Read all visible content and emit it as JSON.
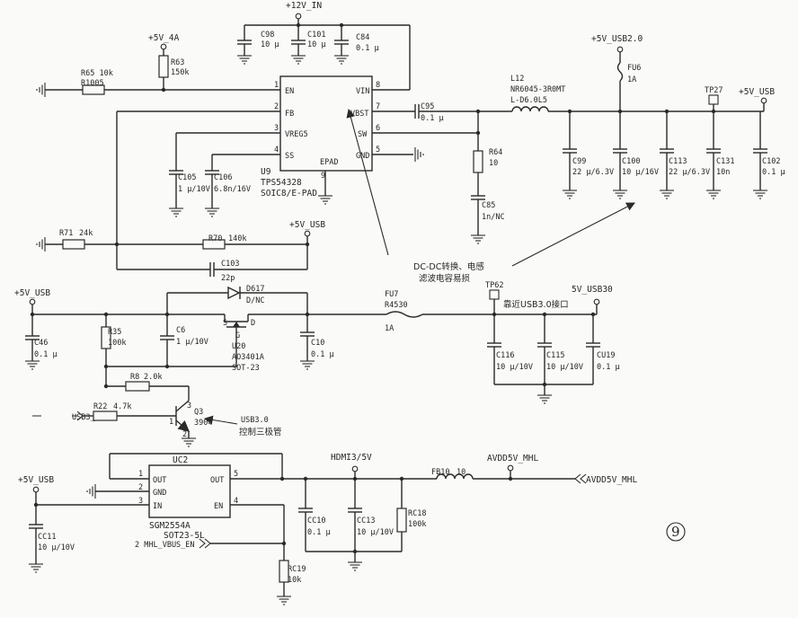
{
  "rails": {
    "vin12": "+12V_IN",
    "v5_4a": "+5V_4A",
    "v5_usb2": "+5V_USB2.0",
    "v5_usb_top": "+5V_USB",
    "v5_usb_mid": "+5V_USB",
    "v5_usb_left": "+5V_USB",
    "v5_usb30": "5V_USB30",
    "v5_usb_bottom": "+5V_USB",
    "hdmi": "HDMI3/5V",
    "avdd": "AVDD5V_MHL",
    "avdd_port": "AVDD5V_MHL"
  },
  "u9": {
    "ref": "U9",
    "part": "TPS54328",
    "pkg": "SOIC8/E-PAD",
    "pins": [
      {
        "num": "1",
        "name": "EN"
      },
      {
        "num": "2",
        "name": "FB"
      },
      {
        "num": "3",
        "name": "VREG5"
      },
      {
        "num": "4",
        "name": "SS"
      },
      {
        "num": "8",
        "name": "VIN"
      },
      {
        "num": "7",
        "name": "VBST"
      },
      {
        "num": "6",
        "name": "SW"
      },
      {
        "num": "5",
        "name": "GND"
      },
      {
        "num": "9",
        "name": "EPAD"
      }
    ]
  },
  "uc2": {
    "ref": "UC2",
    "part": "SGM2554A",
    "pkg": "SOT23-5L",
    "pins": [
      {
        "num": "1",
        "name": "OUT"
      },
      {
        "num": "2",
        "name": "GND"
      },
      {
        "num": "3",
        "name": "IN"
      },
      {
        "num": "5",
        "name": "OUT"
      },
      {
        "num": "4",
        "name": "EN"
      }
    ]
  },
  "components": {
    "c98": {
      "ref": "C98",
      "val": "10 μ"
    },
    "c101": {
      "ref": "C101",
      "val": "10 μ"
    },
    "c84": {
      "ref": "C84",
      "val": "0.1 μ"
    },
    "r63": {
      "ref": "R63",
      "val": "150k"
    },
    "r65": {
      "ref": "R65 10k",
      "val": "R1005"
    },
    "c95": {
      "ref": "C95",
      "val": "0.1 μ"
    },
    "l12": {
      "ref": "L12",
      "val": "NR6045-3R0MT",
      "val2": "L-D6.0L5"
    },
    "fu6": {
      "ref": "FU6",
      "val": "1A"
    },
    "tp27": {
      "ref": "TP27"
    },
    "r64": {
      "ref": "R64",
      "val": "10"
    },
    "c85": {
      "ref": "C85",
      "val": "1n/NC"
    },
    "c99": {
      "ref": "C99",
      "val": "22 μ/6.3V"
    },
    "c100": {
      "ref": "C100",
      "val": "10 μ/16V"
    },
    "c113": {
      "ref": "C113",
      "val": "22 μ/6.3V"
    },
    "c131": {
      "ref": "C131",
      "val": "10n"
    },
    "c102": {
      "ref": "C102",
      "val": "0.1 μ"
    },
    "c105": {
      "ref": "C105",
      "val": "1 μ/10V"
    },
    "c106": {
      "ref": "C106",
      "val": "6.8n/16V"
    },
    "r71": {
      "ref": "R71",
      "val": "24k"
    },
    "r70": {
      "ref": "R70",
      "val": "140k"
    },
    "c103": {
      "ref": "C103",
      "val": "22p"
    },
    "d617": {
      "ref": "D617",
      "val": "D/NC"
    },
    "fu7": {
      "ref": "FU7",
      "val": "R4530",
      "val2": "1A"
    },
    "tp62": {
      "ref": "TP62"
    },
    "c46": {
      "ref": "C46",
      "val": "0.1 μ"
    },
    "r35": {
      "ref": "R35",
      "val": "100k"
    },
    "c6": {
      "ref": "C6",
      "val": "1 μ/10V"
    },
    "u20": {
      "g": "G",
      "s": "S",
      "d": "D",
      "ref": "U20",
      "part": "AO3401A",
      "pkg": "SOT-23"
    },
    "c10": {
      "ref": "C10",
      "val": "0.1 μ"
    },
    "c116": {
      "ref": "C116",
      "val": "10 μ/10V"
    },
    "c115": {
      "ref": "C115",
      "val": "10 μ/10V"
    },
    "cu19": {
      "ref": "CU19",
      "val": "0.1 μ"
    },
    "r8": {
      "ref": "R8",
      "val": "2.0k"
    },
    "r22": {
      "ref": "R22",
      "val": "4.7k"
    },
    "q3": {
      "ref": "Q3",
      "val": "3904",
      "p1": "1",
      "p2": "2",
      "p3": "3"
    },
    "cc11": {
      "ref": "CC11",
      "val": "10 μ/10V"
    },
    "rc19": {
      "ref": "RC19",
      "val": "10k"
    },
    "cc10": {
      "ref": "CC10",
      "val": "0.1 μ"
    },
    "cc13": {
      "ref": "CC13",
      "val": "10 μ/10V"
    },
    "rc18": {
      "ref": "RC18",
      "val": "100k"
    },
    "fb10": {
      "ref": "FB10",
      "val": "10"
    }
  },
  "nets": {
    "usb3_en": "USB3_EN",
    "mhl_vbus_en": "2 MHL_VBUS_EN"
  },
  "annotations": {
    "dcdc_line1": "DC-DC转换、电感",
    "dcdc_line2": "滤波电容易损",
    "usb3_port": "靠近USB3.0接口",
    "usb3_ctrl_line1": "USB3.0",
    "usb3_ctrl_line2": "控制三极管",
    "circle_num": "9"
  }
}
